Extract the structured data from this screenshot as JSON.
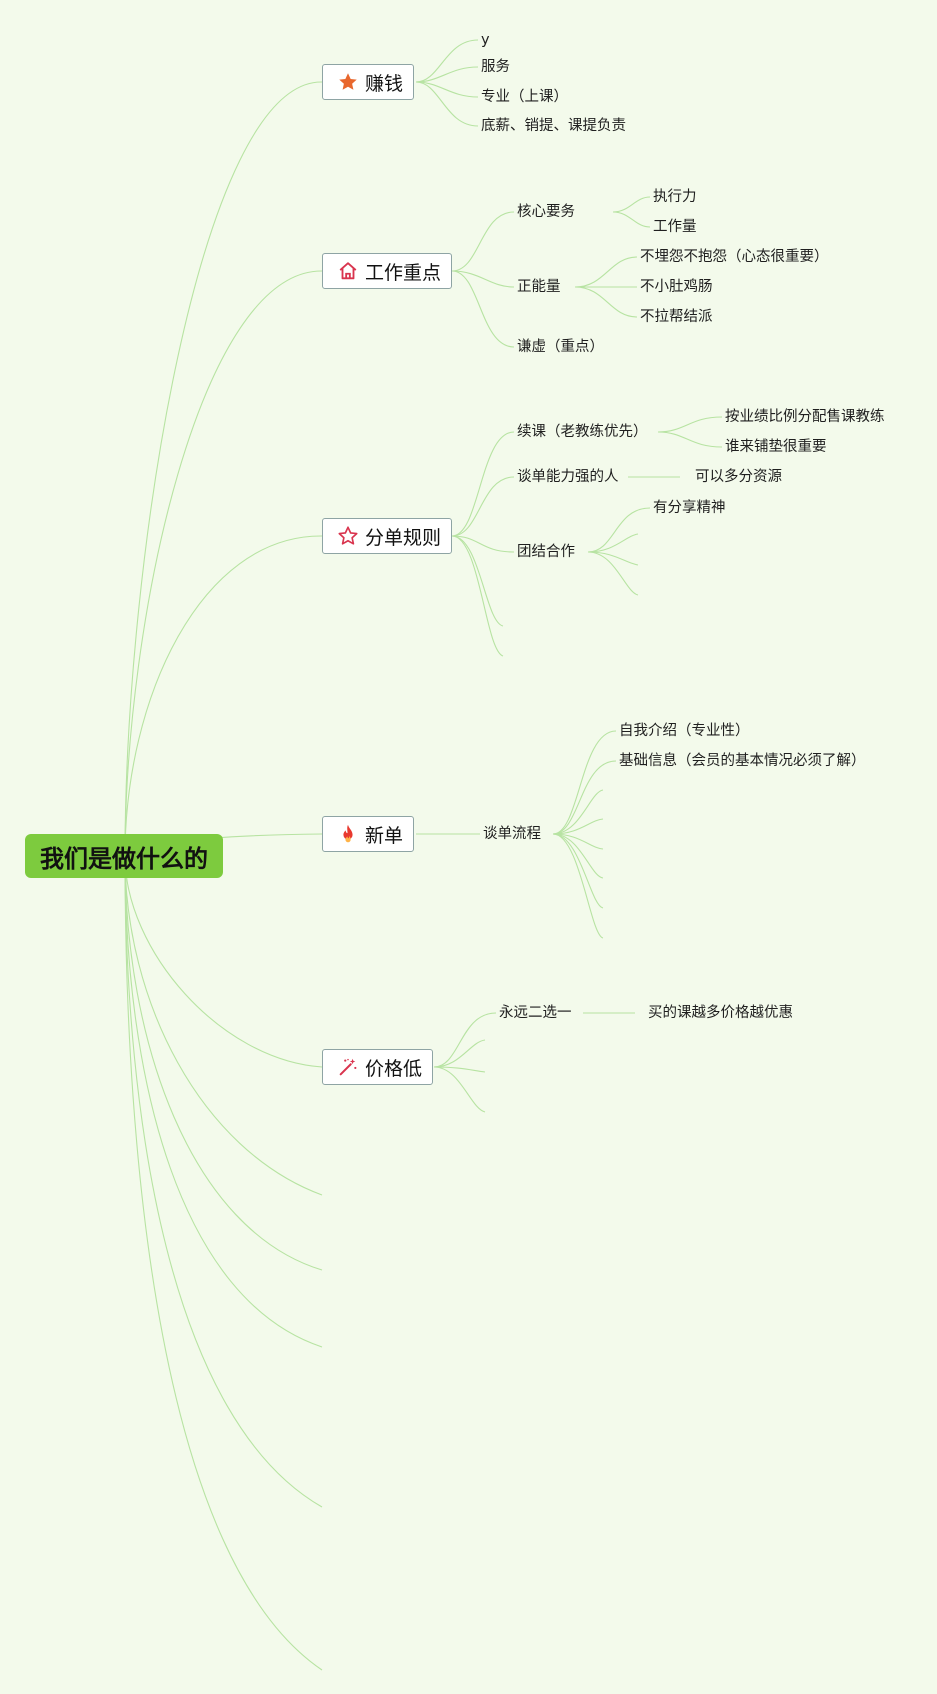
{
  "root": {
    "label": "我们是做什么的"
  },
  "branches": {
    "earn": {
      "label": "赚钱",
      "icon": "star-filled-icon",
      "items": [
        "y",
        "服务",
        "专业（上课）",
        "底薪、销提、课提负责"
      ]
    },
    "work": {
      "label": "工作重点",
      "icon": "house-icon",
      "core": {
        "label": "核心要务",
        "items": [
          "执行力",
          "工作量"
        ]
      },
      "positive": {
        "label": "正能量",
        "items": [
          "不埋怨不抱怨（心态很重要）",
          "不小肚鸡肠",
          "不拉帮结派"
        ]
      },
      "humble": "谦虚（重点）"
    },
    "split": {
      "label": "分单规则",
      "icon": "star-outline-icon",
      "renew": {
        "label": "续课（老教练优先）",
        "items": [
          "按业绩比例分配售课教练",
          "谁来铺垫很重要"
        ]
      },
      "talk": {
        "label": "谈单能力强的人",
        "item": "可以多分资源"
      },
      "team": {
        "label": "团结合作",
        "item": "有分享精神"
      }
    },
    "new": {
      "label": "新单",
      "icon": "fire-icon",
      "process": {
        "label": "谈单流程",
        "items": [
          "自我介绍（专业性）",
          "基础信息（会员的基本情况必须了解）"
        ]
      }
    },
    "price": {
      "label": "价格低",
      "icon": "magic-wand-icon",
      "choice": {
        "label": "永远二选一",
        "item": "买的课越多价格越优惠"
      }
    }
  },
  "colors": {
    "background": "#f3faeb",
    "root": "#7dcb3e",
    "link": "#b7e3a2",
    "branch_border": "#8ea4a4"
  }
}
